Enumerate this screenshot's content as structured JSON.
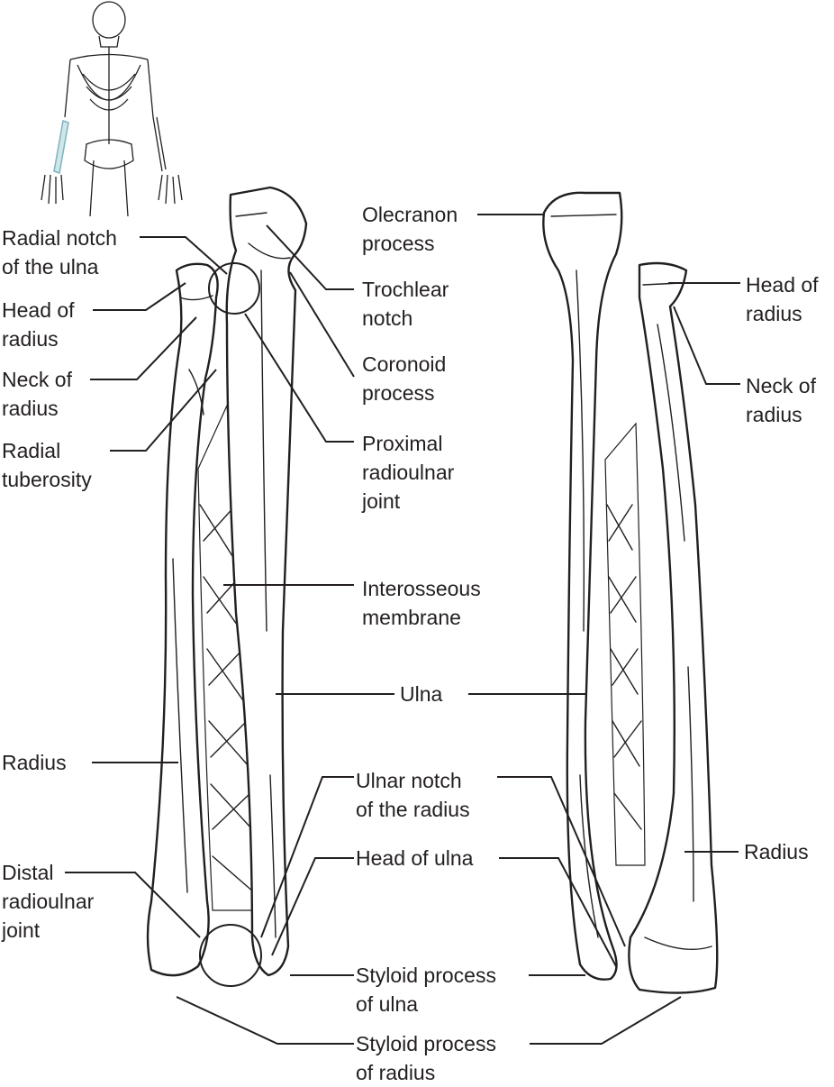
{
  "labels": {
    "radial_notch": [
      "Radial notch",
      "of the ulna"
    ],
    "head_radius_left": [
      "Head of",
      "radius"
    ],
    "neck_radius_left": [
      "Neck of",
      "radius"
    ],
    "radial_tuberosity": [
      "Radial",
      "tuberosity"
    ],
    "radius_left": [
      "Radius"
    ],
    "distal_joint": [
      "Distal",
      "radioulnar",
      "joint"
    ],
    "olecranon": [
      "Olecranon",
      "process"
    ],
    "trochlear": [
      "Trochlear",
      "notch"
    ],
    "coronoid": [
      "Coronoid",
      "process"
    ],
    "proximal_joint": [
      "Proximal",
      "radioulnar",
      "joint"
    ],
    "interosseous": [
      "Interosseous",
      "membrane"
    ],
    "ulna": [
      "Ulna"
    ],
    "ulnar_notch": [
      "Ulnar notch",
      "of the radius"
    ],
    "head_ulna": [
      "Head of ulna"
    ],
    "styloid_ulna": [
      "Styloid process",
      "of ulna"
    ],
    "styloid_radius": [
      "Styloid process",
      "of radius"
    ],
    "head_radius_right": [
      "Head of",
      "radius"
    ],
    "neck_radius_right": [
      "Neck of",
      "radius"
    ],
    "radius_right": [
      "Radius"
    ]
  },
  "colors": {
    "line": "#231f20",
    "highlight": "#cfe6ea"
  }
}
